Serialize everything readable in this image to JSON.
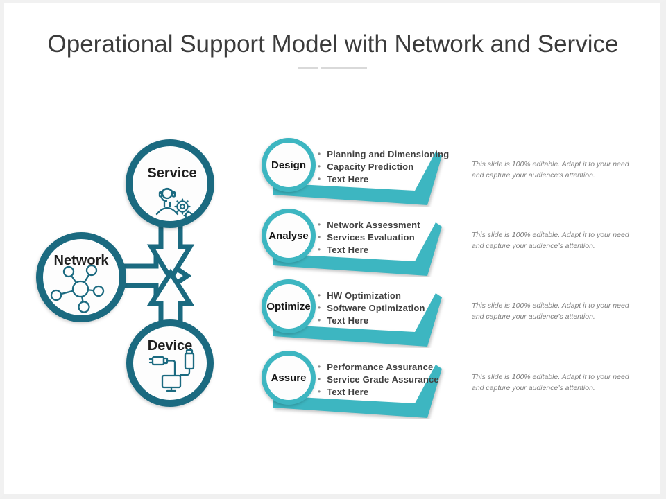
{
  "title": "Operational Support Model with Network and Service",
  "colors": {
    "dark_teal": "#1b6a80",
    "turquoise": "#3db6c1",
    "title_text": "#3b3b3b",
    "body_text": "#3f3f3f",
    "note_text": "#7f7f7f",
    "divider": "#d9d9d9"
  },
  "hub": {
    "nodes": [
      {
        "id": "service",
        "label": "Service",
        "icon": "support-agent-icon"
      },
      {
        "id": "network",
        "label": "Network",
        "icon": "network-icon"
      },
      {
        "id": "device",
        "label": "Device",
        "icon": "cable-connector-icon"
      }
    ]
  },
  "stages": [
    {
      "label": "Design",
      "bullets": [
        "Planning and Dimensioning",
        "Capacity Prediction",
        "Text Here"
      ],
      "note": "This slide is 100% editable. Adapt it to your need and capture your audience’s attention."
    },
    {
      "label": "Analyse",
      "bullets": [
        "Network Assessment",
        "Services Evaluation",
        "Text Here"
      ],
      "note": "This slide is 100% editable. Adapt it to your need and capture your audience’s attention."
    },
    {
      "label": "Optimize",
      "bullets": [
        "HW Optimization",
        "Software Optimization",
        "Text Here"
      ],
      "note": "This slide is 100% editable. Adapt it to your need and capture your audience’s attention."
    },
    {
      "label": "Assure",
      "bullets": [
        "Performance Assurance",
        "Service Grade Assurance",
        "Text Here"
      ],
      "note": "This slide is 100% editable. Adapt it to your need and capture your audience’s attention."
    }
  ]
}
